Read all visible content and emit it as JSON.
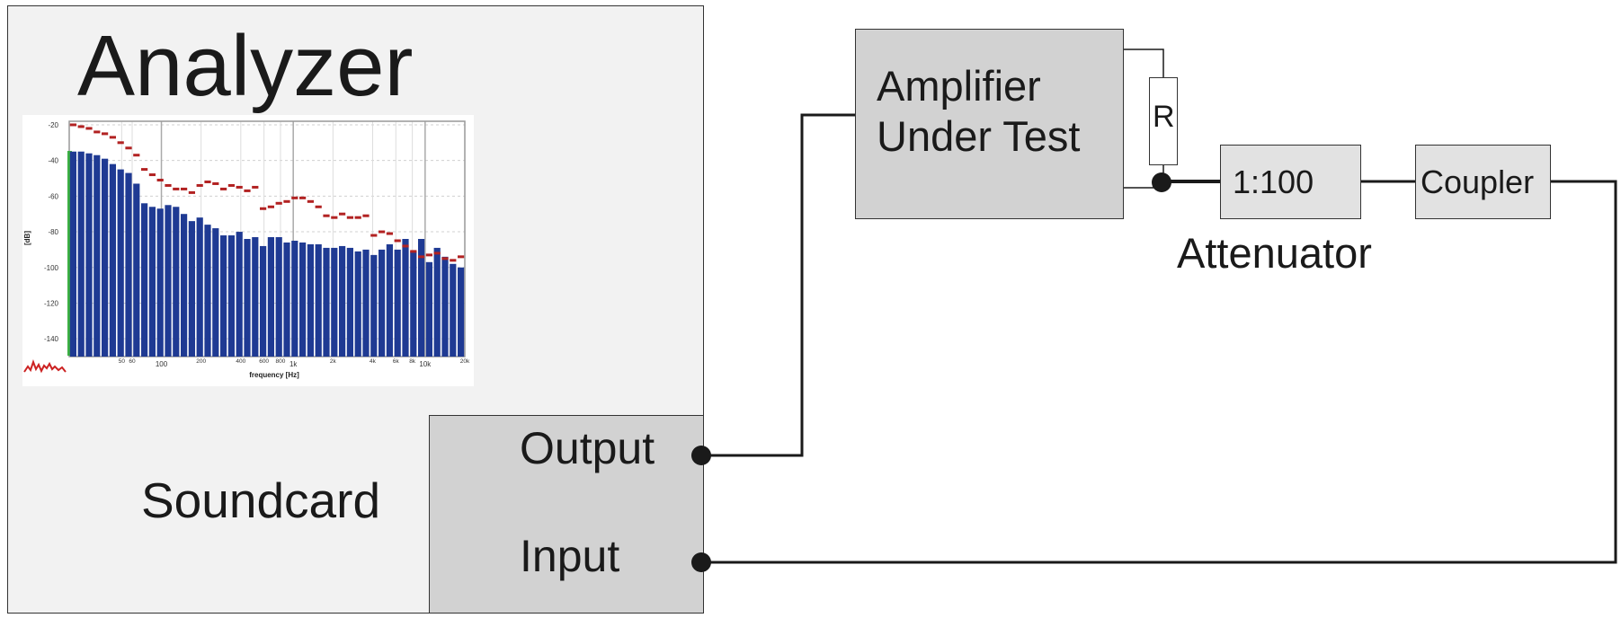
{
  "diagram": {
    "analyzer_title": "Analyzer",
    "soundcard_label": "Soundcard",
    "output_label": "Output",
    "input_label": "Input",
    "amplifier_label_line1": "Amplifier",
    "amplifier_label_line2": "Under Test",
    "resistor_label": "R",
    "attenuator_ratio": "1:100",
    "attenuator_label": "Attenuator",
    "coupler_label": "Coupler"
  },
  "chart_data": {
    "type": "bar",
    "ylabel": "[dB]",
    "xlabel": "frequency [Hz]",
    "ylim": [
      -150,
      -18
    ],
    "y_ticks": [
      "-20",
      "-40",
      "-60",
      "-80",
      "-100",
      "-120",
      "-140"
    ],
    "x_tick_labels": [
      "50",
      "60",
      "100",
      "200",
      "400",
      "600",
      "800",
      "1k",
      "2k",
      "4k",
      "6k",
      "8k",
      "10k",
      "20k"
    ],
    "grid": true,
    "values": [
      -35,
      -35,
      -36,
      -37,
      -39,
      -42,
      -45,
      -47,
      -53,
      -64,
      -66,
      -67,
      -65,
      -66,
      -70,
      -74,
      -72,
      -76,
      -78,
      -82,
      -82,
      -80,
      -84,
      -83,
      -88,
      -83,
      -83,
      -86,
      -85,
      -86,
      -87,
      -87,
      -89,
      -89,
      -88,
      -89,
      -91,
      -90,
      -93,
      -90,
      -87,
      -90,
      -84,
      -91,
      -84,
      -97,
      -89,
      -94,
      -98,
      -100
    ],
    "peak_markers": [
      -20,
      -21,
      -22,
      -24,
      -25,
      -27,
      -30,
      -33,
      -37,
      -45,
      -48,
      -51,
      -54,
      -56,
      -56,
      -58,
      -54,
      -52,
      -53,
      -56,
      -54,
      -55,
      -57,
      -55,
      -67,
      -66,
      -64,
      -63,
      -61,
      -61,
      -63,
      -66,
      -71,
      -72,
      -70,
      -72,
      -72,
      -71,
      -82,
      -80,
      -81,
      -85,
      -88,
      -91,
      -94,
      -93,
      -92,
      -95,
      -96,
      -94
    ],
    "level_meter_color": "#3cb043",
    "bar_color": "#1f3a93",
    "peak_color": "#b22222"
  },
  "colors": {
    "panel": "#f2f2f2",
    "box": "#d2d2d2",
    "small_box": "#e2e2e2",
    "line": "#1a1a1a"
  }
}
